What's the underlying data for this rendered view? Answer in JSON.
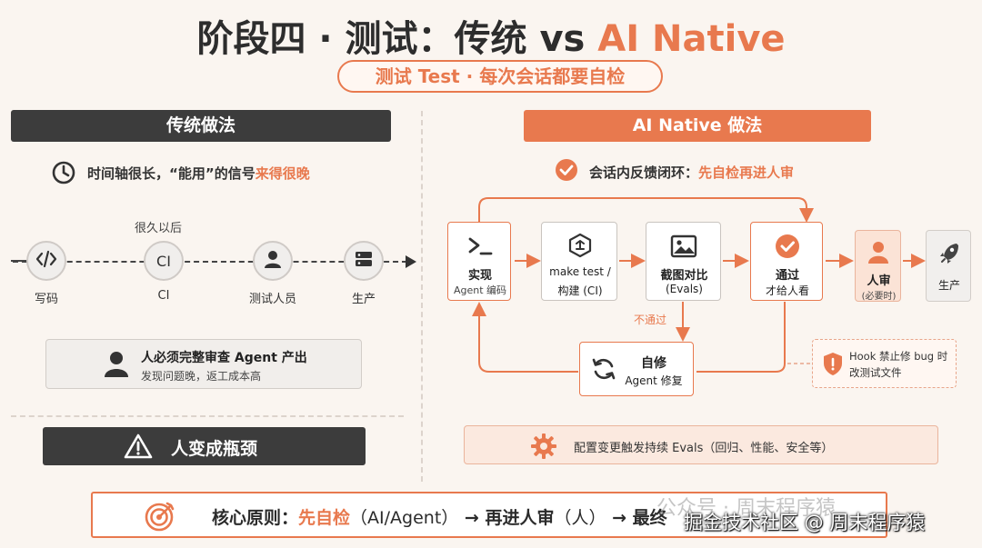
{
  "title": {
    "main": "阶段四 · 测试：传统 vs ",
    "accent": "AI Native"
  },
  "subtitle": "测试 Test · 每次会话都要自检",
  "traditional": {
    "header": "传统做法",
    "note_prefix": "时间轴很长，“能用”的信号",
    "note_highlight": "来得很晚",
    "gap_label": "很久以后",
    "timeline": [
      {
        "label": "写码",
        "icon": "code-icon"
      },
      {
        "label": "CI",
        "icon": "ci-text",
        "node_text": "CI"
      },
      {
        "label": "测试人员",
        "icon": "person-icon"
      },
      {
        "label": "生产",
        "icon": "server-icon"
      }
    ],
    "human_card": {
      "title": "人必须完整审查 Agent 产出",
      "desc": "发现问题晚，返工成本高"
    },
    "bottleneck": "人变成瓶颈"
  },
  "ai_native": {
    "header": "AI Native 做法",
    "note_prefix": "会话内反馈闭环：",
    "note_highlight": "先自检再进人审",
    "steps": [
      {
        "title": "实现",
        "sub": "Agent 编码",
        "icon": "terminal-icon"
      },
      {
        "title": "make test /",
        "sub": "构建 (CI)",
        "icon": "build-icon"
      },
      {
        "title": "截图对比",
        "sub": "(Evals)",
        "icon": "image-icon"
      },
      {
        "title": "通过",
        "sub": "才给人看",
        "icon": "check-circle-icon"
      },
      {
        "title": "人审",
        "sub": "(必要时)",
        "icon": "person-icon"
      },
      {
        "title": "生产",
        "sub": "",
        "icon": "rocket-icon"
      }
    ],
    "fail_label": "不通过",
    "fix_step": {
      "title": "自修",
      "sub": "Agent 修复",
      "icon": "refresh-icon"
    },
    "hook_note": "Hook 禁止修 bug 时改测试文件",
    "config_bar": "配置变更触发持续 Evals（回归、性能、安全等）"
  },
  "core": {
    "prefix": "核心原则：",
    "hl1": "先自检",
    "p1": "（AI/Agent）",
    "arrow": " → ",
    "p2": "再进人审",
    "p3": "（人）",
    "p4": "最终"
  },
  "watermark": "公众号 · 周末程序猿",
  "credit": "掘金技术社区 @ 周末程序猿",
  "colors": {
    "accent": "#e8794e",
    "dark": "#3c3c3c",
    "background": "#faf5f0"
  }
}
